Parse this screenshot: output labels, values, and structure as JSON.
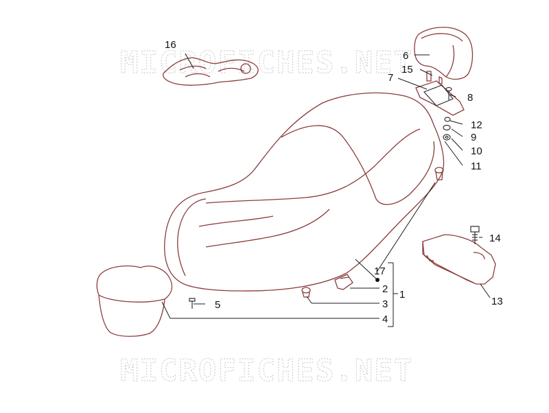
{
  "watermarks": [
    "MICROFICHES.NET",
    "MICROFICHES.NET"
  ],
  "callouts": {
    "c1": "1",
    "c2": "2",
    "c3": "3",
    "c4": "4",
    "c5": "5",
    "c6": "6",
    "c7": "7",
    "c8": "8",
    "c9": "9",
    "c10": "10",
    "c11": "11",
    "c12": "12",
    "c13": "13",
    "c14": "14",
    "c15": "15",
    "c16": "16",
    "c17": "17"
  },
  "colors": {
    "part_outline": "#8a3a3a",
    "leader": "#1a1a1a",
    "watermark": "#cfcfcf"
  }
}
